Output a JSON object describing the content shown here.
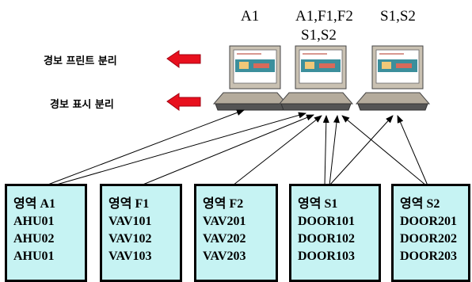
{
  "monitors": [
    {
      "label": "A1"
    },
    {
      "label": "A1,F1,F2",
      "label2": "S1,S2"
    },
    {
      "label": "S1,S2"
    }
  ],
  "alarm_print": "경보 프린트 분리",
  "alarm_display": "경보 표시 분리",
  "zones": [
    {
      "title": "영역 A1",
      "items": [
        "AHU01",
        "AHU02",
        "AHU01"
      ]
    },
    {
      "title": "영역 F1",
      "items": [
        "VAV101",
        "VAV102",
        "VAV103"
      ]
    },
    {
      "title": "영역 F2",
      "items": [
        "VAV201",
        "VAV202",
        "VAV203"
      ]
    },
    {
      "title": "영역 S1",
      "items": [
        "DOOR101",
        "DOOR102",
        "DOOR103"
      ]
    },
    {
      "title": "영역 S2",
      "items": [
        "DOOR201",
        "DOOR202",
        "DOOR203"
      ]
    }
  ],
  "colors": {
    "zone_fill": "#c6f3f3",
    "arrow": "#e8101e"
  }
}
